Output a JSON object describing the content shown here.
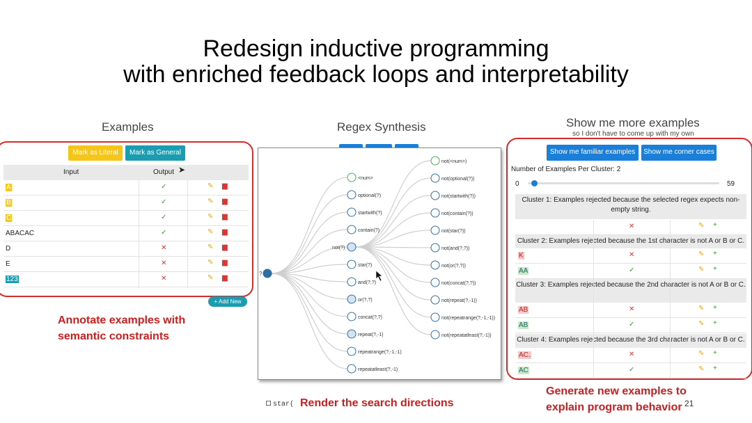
{
  "slide": {
    "title_line1": "Redesign inductive programming",
    "title_line2": "with enriched feedback loops and interpretability",
    "page_number": "21"
  },
  "examples_panel": {
    "heading": "Examples",
    "mark_literal": "Mark as Literal",
    "mark_general": "Mark as General",
    "col_input": "Input",
    "col_output": "Output",
    "rows": [
      {
        "input": "A",
        "output": "✓"
      },
      {
        "input": "B",
        "output": "✓"
      },
      {
        "input": "C",
        "output": "✓"
      },
      {
        "input": "ABACAC",
        "output": "✓"
      },
      {
        "input": "D",
        "output": "✕"
      },
      {
        "input": "E",
        "output": "✕"
      },
      {
        "input": "123",
        "output": "✕"
      }
    ],
    "add_new": "+ Add New",
    "caption_line1": "Annotate examples with",
    "caption_line2": "semantic constraints"
  },
  "synthesis_panel": {
    "heading": "Regex Synthesis",
    "root_label": "?",
    "level1": [
      "<num>",
      "optional(?)",
      "startwith(?)",
      "contain(?)",
      "not(?)",
      "star(?)",
      "and(?,?)",
      "or(?,?)",
      "concat(?,?)",
      "repeat(?,-1)",
      "repeatrange(?,-1,-1)",
      "repeatatleast(?,-1)"
    ],
    "level2": [
      "not(<num>)",
      "not(optional(?))",
      "not(startwith(?))",
      "not(contain(?))",
      "not(star(?))",
      "not(and(?,?))",
      "not(or(?,?))",
      "not(concat(?,?))",
      "not(repeat(?,-1))",
      "not(repeatrange(?,-1,-1))",
      "not(repeatatleast(?,-1))"
    ],
    "bg_checkbox_text": "star(",
    "caption": "Render the search directions"
  },
  "clusters_panel": {
    "heading": "Show me more examples",
    "subheading": "so I don't have to come up with my own",
    "btn_familiar": "Show me familiar examples",
    "btn_corner": "Show me corner cases",
    "slider_label": "Number of Examples Per Cluster:",
    "slider_value": "2",
    "slider_min": "0",
    "slider_max": "59",
    "slider_fraction": 0.034,
    "clusters": [
      {
        "header": "Cluster 1: Examples rejected because the selected regex expects non-empty string.",
        "rows": [
          {
            "input": "",
            "output": "✕"
          }
        ]
      },
      {
        "header": "Cluster 2: Examples rejected because the 1st character is not A or B or C.",
        "rows": [
          {
            "input": "K",
            "output": "✕"
          },
          {
            "input": "AA",
            "output": "✓"
          }
        ]
      },
      {
        "header": "Cluster 3: Examples rejected because the 2nd character is not A or B or C.",
        "rows": [
          {
            "input": "AB",
            "output": "✕"
          },
          {
            "input": "AB",
            "output": "✓"
          }
        ]
      },
      {
        "header": "Cluster 4: Examples rejected because the 3rd character is not A or B or C.",
        "rows": [
          {
            "input": "AC.",
            "output": "✕"
          },
          {
            "input": "AC",
            "output": "✓"
          }
        ]
      }
    ],
    "caption_line1": "Generate new examples to",
    "caption_line2": "explain program behavior"
  },
  "icons": {
    "check": "check-icon",
    "cross": "cross-icon",
    "edit": "pencil-icon",
    "delete": "trash-icon",
    "add": "plus-icon"
  },
  "colors": {
    "accent_red": "#d42a2a",
    "btn_blue": "#1a7fd8",
    "btn_yellow": "#f5c518",
    "btn_teal": "#1b9cb0"
  }
}
